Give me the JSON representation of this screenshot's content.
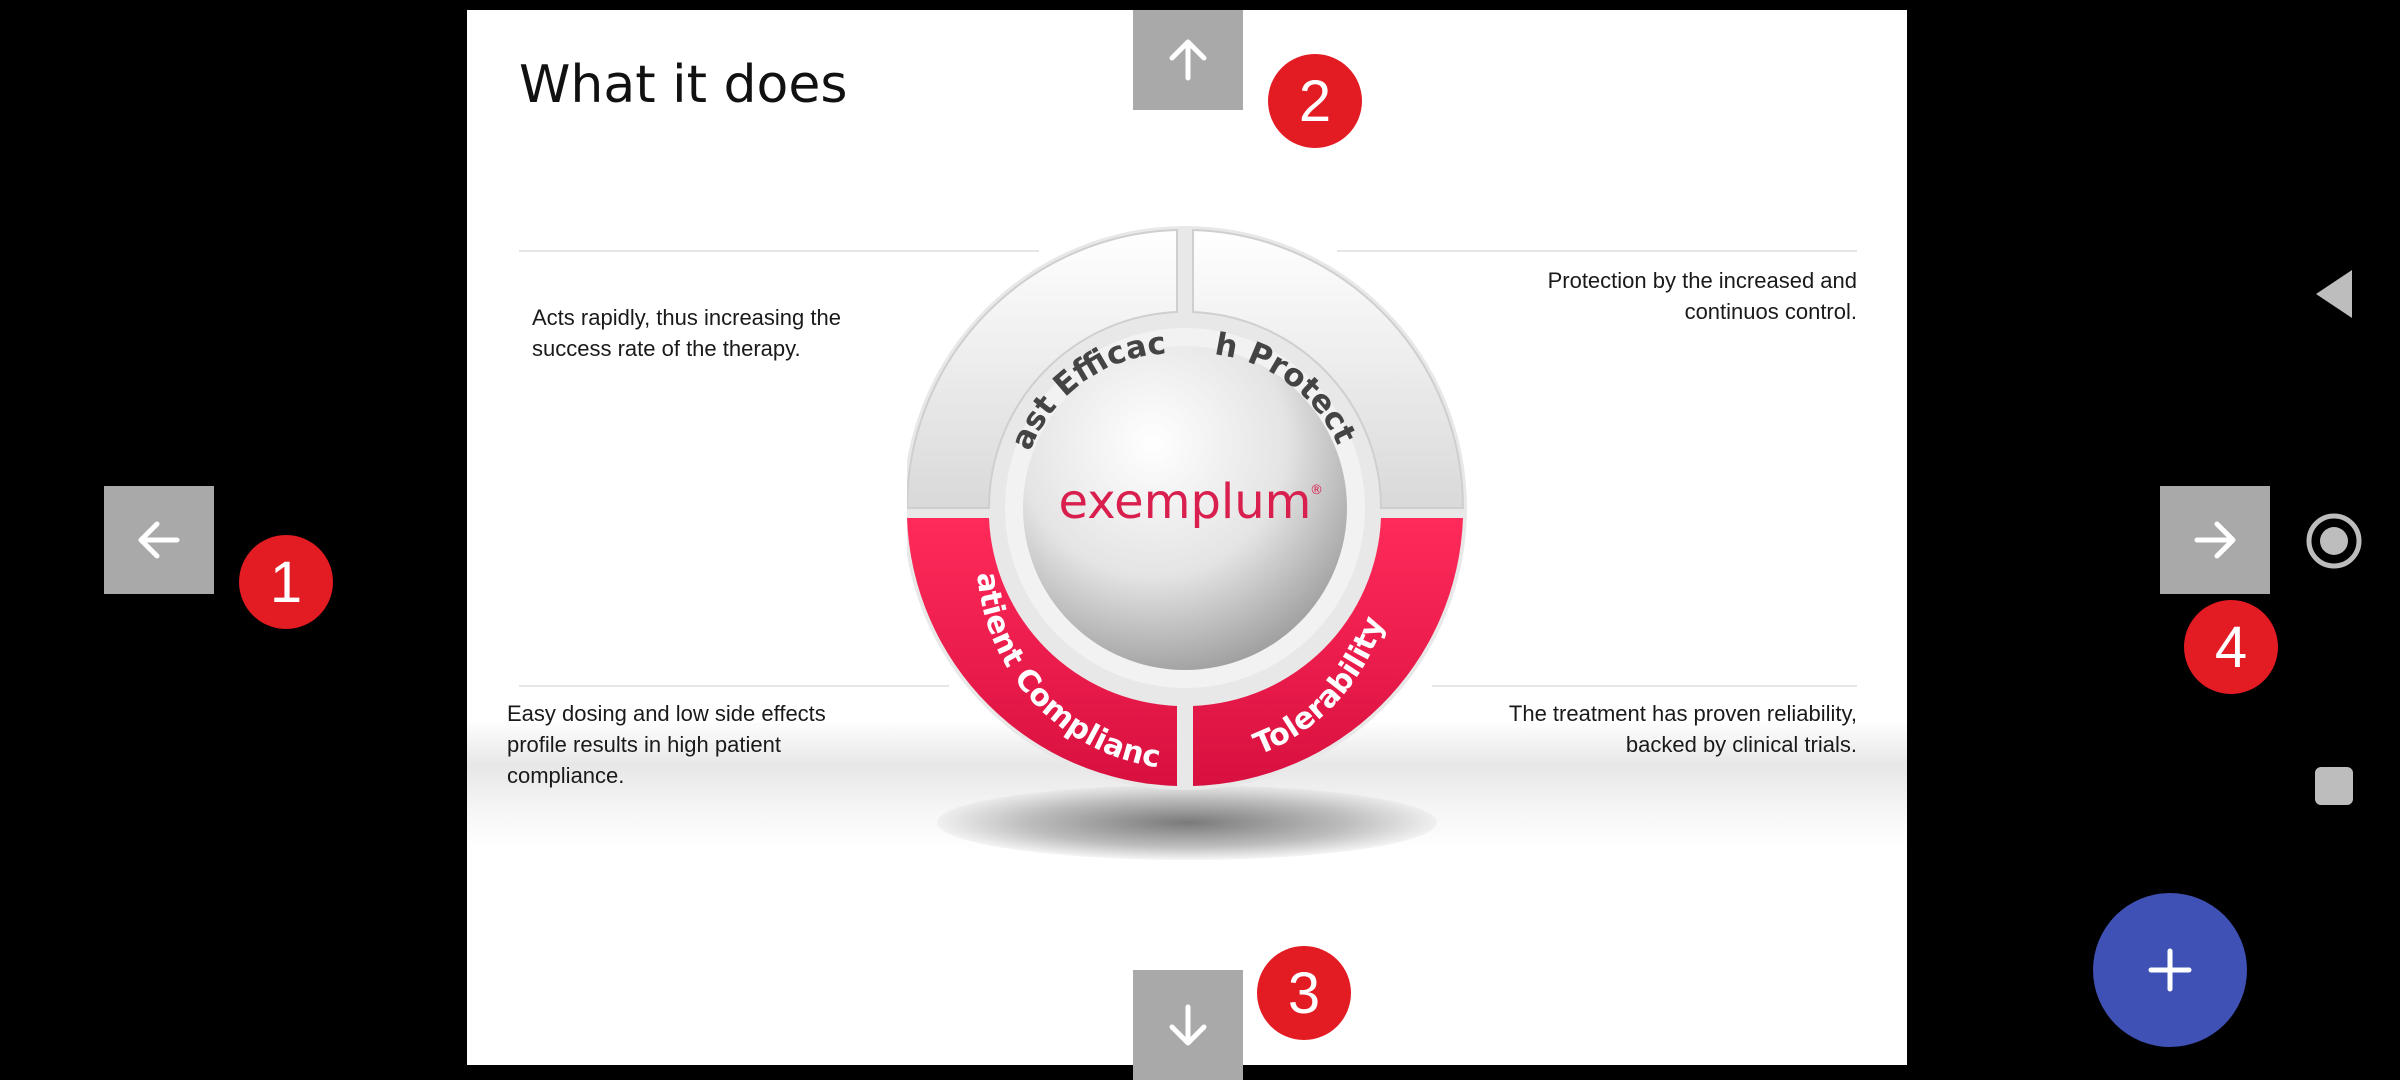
{
  "slide": {
    "title": "What it does",
    "descriptions": {
      "top_left": "Acts rapidly, thus increasing the success rate of the therapy.",
      "top_right": "Protection by the increased and continuos control.",
      "bottom_left": "Easy dosing and low side effects profile results in high patient compliance.",
      "bottom_right": "The treatment has proven reliability, backed by clinical trials."
    },
    "wheel": {
      "center_logo": "exemplum",
      "registered_mark": "®",
      "segments": [
        "Fast Efficacy",
        "High Protection",
        "Patient Compliance",
        "Tolerability"
      ]
    }
  },
  "navigation": {
    "left_icon": "arrow-left-icon",
    "up_icon": "arrow-up-icon",
    "down_icon": "arrow-down-icon",
    "right_icon": "arrow-right-icon"
  },
  "badges": {
    "left": "1",
    "up": "2",
    "down": "3",
    "right": "4"
  },
  "system_nav": {
    "back_icon": "triangle-back-icon",
    "home_icon": "circle-home-icon",
    "recents_icon": "square-recents-icon"
  },
  "fab": {
    "icon": "plus-icon"
  },
  "colors": {
    "accent_red": "#e31b23",
    "segment_red": "#e8174c",
    "fab_blue": "#3f51b5",
    "nav_gray": "#a9a9a9"
  }
}
